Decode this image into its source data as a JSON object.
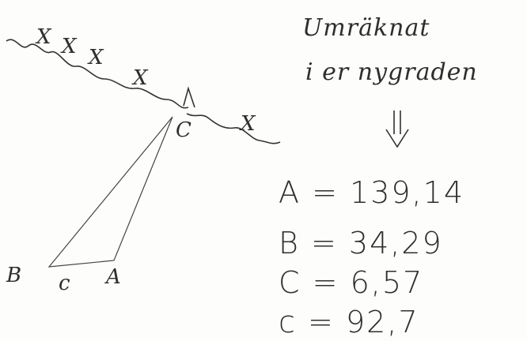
{
  "note": {
    "line1": "Umräknat",
    "line2": "i er nygraden",
    "arrow": "⇓"
  },
  "figure": {
    "vertex_top": "C",
    "vertex_left": "B",
    "vertex_right": "A",
    "side_label": "c",
    "hatch_marks": [
      "X",
      "X",
      "X",
      "X",
      "X"
    ]
  },
  "results": [
    {
      "name": "A",
      "eq": "=",
      "value": "139,14"
    },
    {
      "name": "B",
      "eq": "=",
      "value": "34,29"
    },
    {
      "name": "C",
      "eq": "=",
      "value": "6,57"
    },
    {
      "name": "c",
      "eq": "=",
      "value": "92,7"
    }
  ],
  "colors": {
    "ink": "#2e2e2e",
    "paper": "#fdfdfb"
  }
}
